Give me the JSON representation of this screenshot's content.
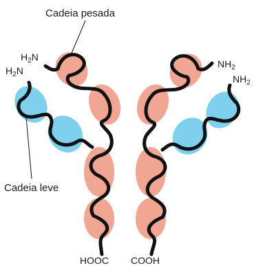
{
  "labels": {
    "heavy_chain": "Cadeia pesada",
    "light_chain": "Cadeia leve",
    "amino_left_heavy": "H",
    "amino_left_heavy_sub": "2",
    "amino_left_heavy_tail": "N",
    "amino_left_light": "H",
    "amino_left_light_sub": "2",
    "amino_left_light_tail": "N",
    "amino_right_heavy": "NH",
    "amino_right_heavy_sub": "2",
    "amino_right_light": "NH",
    "amino_right_light_sub": "2",
    "carboxyl_left": "HOOC",
    "carboxyl_right": "COOH"
  },
  "colors": {
    "heavy_domain": "#f1a593",
    "heavy_domain_inner": "#ee8a78",
    "light_domain": "#7fd0ee",
    "light_domain_inner": "#5cc4ea",
    "chain_stroke": "#111111"
  }
}
